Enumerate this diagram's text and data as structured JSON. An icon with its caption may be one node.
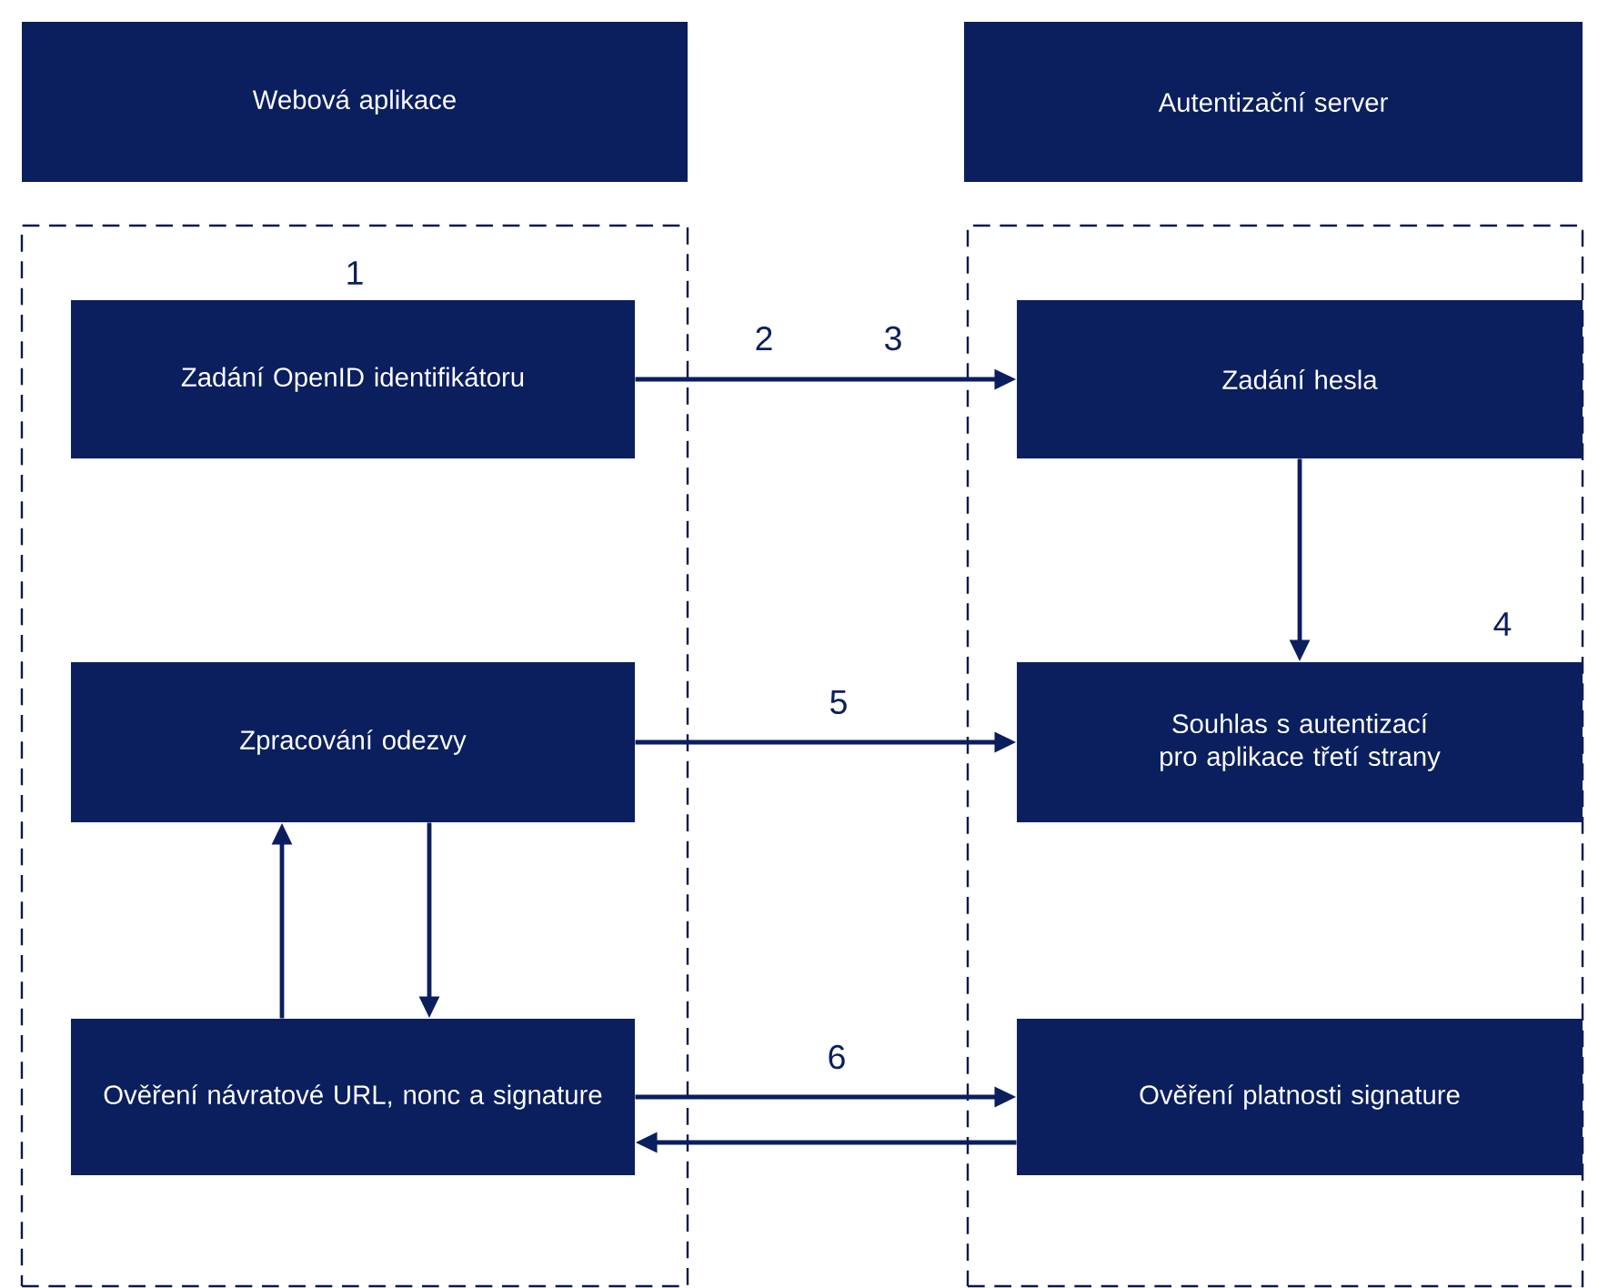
{
  "diagram": {
    "nodes": [
      {
        "text": [
          "Webová aplikace"
        ]
      },
      {
        "text": [
          "Autentizační server"
        ]
      },
      {
        "text": [],
        "shape": "box"
      },
      {
        "text": [
          "Zadání OpenID identifikátoru"
        ],
        "in": 2
      },
      {
        "text": [],
        "shape": "box"
      },
      {
        "text": [
          "Zadání hesla"
        ],
        "in": 4
      },
      {
        "text": [
          "Zpracování odezvy"
        ],
        "in": 2
      },
      {
        "text": [
          "Souhlas s autentizací pro aplikace třetí strany"
        ],
        "in": 4
      },
      {
        "text": [
          "Ověření návratové URL, nonc a signature"
        ],
        "in": 2
      },
      {
        "text": [
          "Ověření platnosti signature"
        ],
        "in": 4
      }
    ],
    "edges": [
      {
        "from": 3,
        "to": 5,
        "arrow": "to"
      },
      {
        "from": 5,
        "to": 7,
        "arrow": "to"
      },
      {
        "from": 6,
        "to": 7,
        "arrow": "to"
      },
      {
        "from": 8,
        "to": 6,
        "arrow": "to"
      },
      {
        "from": 6,
        "to": 8,
        "arrow": "to"
      },
      {
        "from": 8,
        "to": 9,
        "arrow": "to"
      },
      {
        "from": 9,
        "to": 8,
        "arrow": "to"
      }
    ],
    "labels": [
      "1",
      "2",
      "3",
      "4",
      "5",
      "6"
    ]
  }
}
